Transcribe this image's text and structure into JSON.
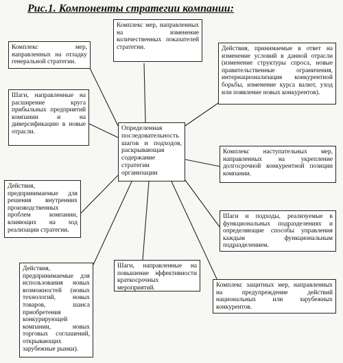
{
  "title": "Рис.1. Компоненты стратегии компании:",
  "center": "Определенная последовательность шагов и подходов, раскрывающая содержание стратегии организации",
  "boxes": [
    "Комплекс мер, направленных на отладку генеральной стратегии.",
    "Комплекс мер, направленных на изменение количественных показателей стратегии.",
    "Действия, принимаемые в ответ на изменение условий в данной отрасли (изменение структуры спроса, новые правительственные ограничения, интернационализация конкурентной борьбы, изменение курса валют, уход или появление новых конкурентов).",
    "Шаги, направленные на расширение круга прибыльных предприятий компании и на диверсификацию в новые отрасли.",
    "Комплекс наступательных мер, направленных на укрепление долгосрочной конкурентной позиции компании.",
    "Действия, предпринимаемые для решения внутренних производственных проблем компании, влияющих на ход реализации стратегии.",
    "Шаги и подходы, реализуемые в функциональных подразделениях и определяющие способы управления каждым функциональным подразделением.",
    "Действия, предпринимаемые для использования новых возможностей (новых технологий, новых товаров, шанса приобретения конкурирующей компании, новых торговых соглашений, открывающих зарубежные рынки).",
    "Шаги, направленные на повышение эффективности краткосрочных мероприятий.",
    "Комплекс защитных мер, направленных на предупреждение действий национальных или зарубежных конкурентов."
  ]
}
